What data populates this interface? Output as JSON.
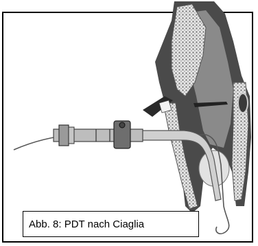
{
  "figure": {
    "caption": "Abb. 8: PDT nach Ciaglia",
    "colors": {
      "tissue_dark": "#4a4a4a",
      "tissue_mid": "#8a8a8a",
      "cartilage": "#d8d8d8",
      "instrument": "#6e6e6e",
      "background": "#ffffff"
    },
    "icons": [
      "airway-anatomy-illustration",
      "tracheal-cannula",
      "dilator-instrument",
      "guide-wire"
    ]
  }
}
